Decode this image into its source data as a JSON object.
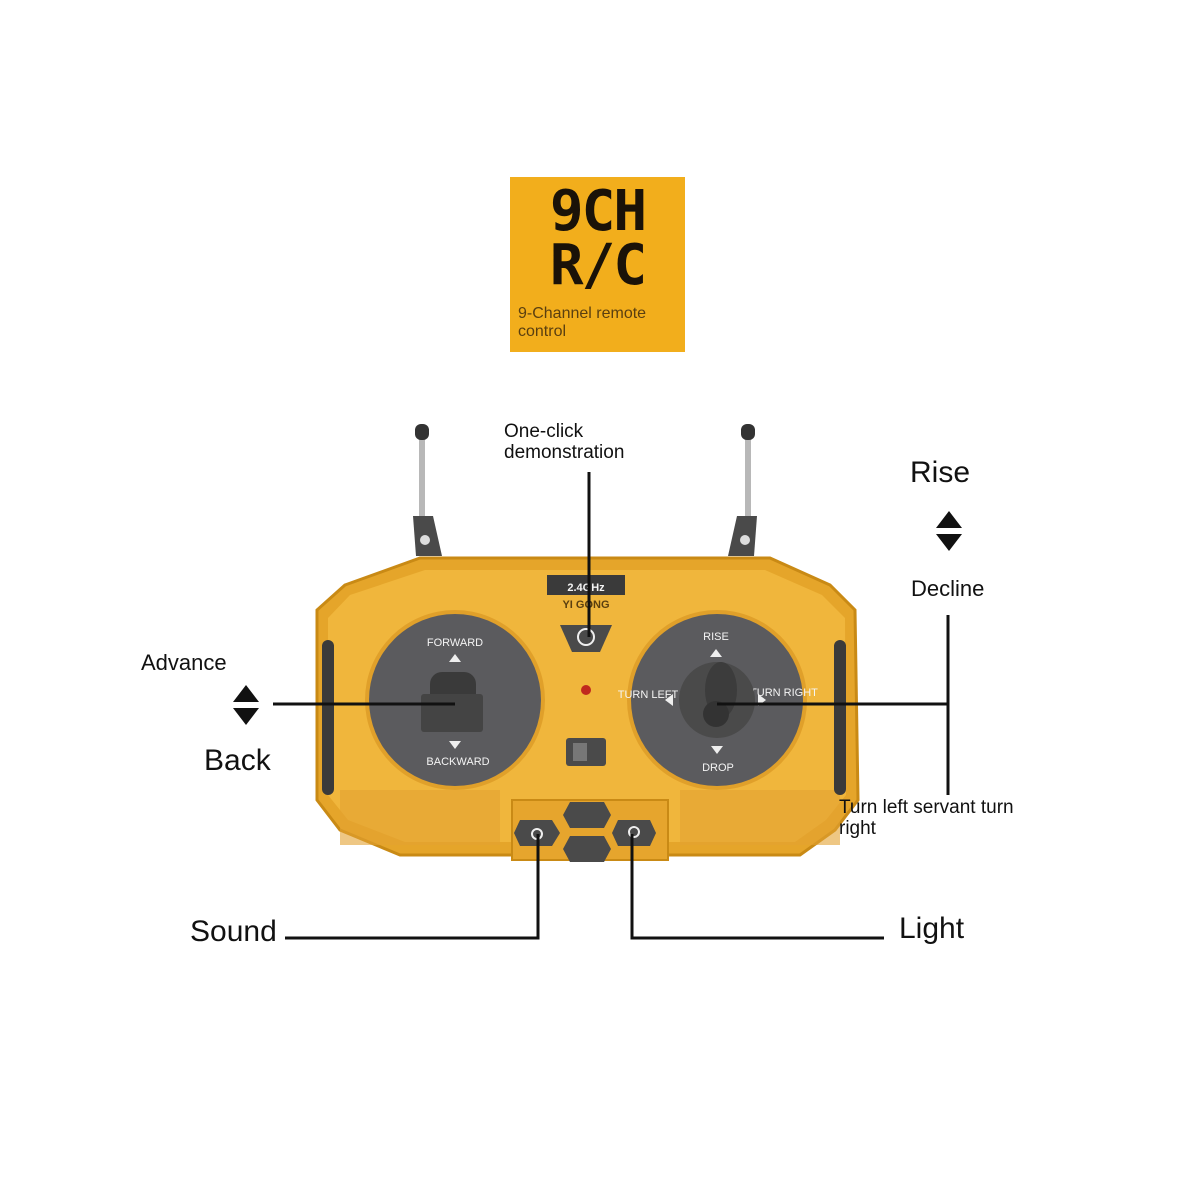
{
  "badge": {
    "line1": "9CH",
    "line2": "R/C",
    "subtitle": "9-Channel remote control",
    "color": "#f2ae1c"
  },
  "callouts": {
    "demo": "One-click demonstration",
    "rise": "Rise",
    "decline": "Decline",
    "advance": "Advance",
    "back": "Back",
    "turn": "Turn left servant turn right",
    "sound": "Sound",
    "light": "Light"
  },
  "remote": {
    "frequency": "2.4GHz",
    "brand": "YI GONG",
    "left_stick": {
      "top": "FORWARD",
      "bottom": "BACKWARD"
    },
    "right_stick": {
      "top": "RISE",
      "bottom": "DROP",
      "left": "TURN LEFT",
      "right": "TURN RIGHT"
    },
    "body_color": "#e5a52a",
    "dial_color": "#5b5b5e"
  }
}
